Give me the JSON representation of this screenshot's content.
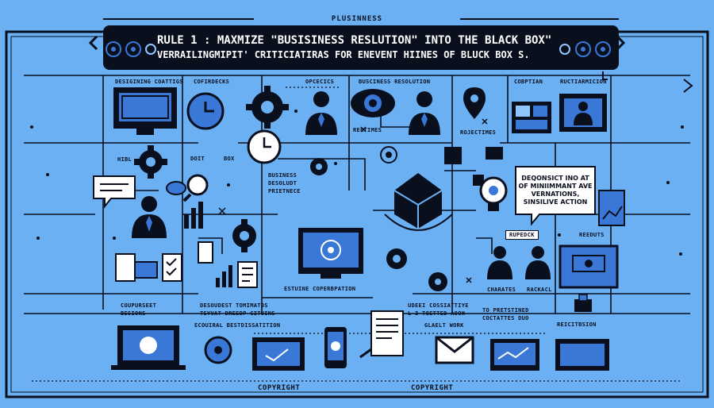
{
  "header": {
    "brand": "PLUSINNESS",
    "title_line1": "RULE 1 : MAXMIZE \"BUSISINESS RESLUTION\" INTO THE BLACK BOX\"",
    "title_line2": "VERRAILINGMIPIT' CRITICIATIRAS FOR ENEVENT HIINES OF BLUCK BOX S."
  },
  "labels": {
    "designing_coattigs": "DESIGINING COATTIGS",
    "cofirdecks": "COFIRDECKS",
    "opcecics": "OPCECICS",
    "busciness_resolution": "BUSCINESS RESOLUTION",
    "cobptian": "COBPTIAN",
    "ructiarmicion": "RUCTIARMICION",
    "rectimes": "RECTIMES",
    "roductimes": "ROJECTIMES",
    "hibl": "HIBL",
    "doit": "DOIT",
    "box": "BOX",
    "businees_desoludt_preitnece": "BUSINESS\nDESOLUDT\nPRIETNECE",
    "rupedck": "RUPEDCK",
    "reeduts": "REEDUTS",
    "charates": "CHARATES",
    "rackacl": "RACKACL",
    "estuine_coperbation": "ESTUINE COPERBPATION",
    "coupurseet_besions": "COUPURSEET\nBESIONS",
    "desouret_tomimatos": "DESOUDEST TOMIMATOS\nTSYVAT DREEDP CITUINS",
    "ecouiral_bestdissatition": "ECOUIRAL BESTDISSATITION",
    "uddei_cossiattiye": "UDEEI COSSIATTIYE\nL 3 TOETTED AOOH",
    "glaelt_work": "GLAELT WORK",
    "to_pretstined": "TO PRETSTINED\nCOCTATTES DUO",
    "reicitbsion": "REICITBSION"
  },
  "bubble_right": "DEQONSICT INO AT\nOF MINIIMMANT AVE\nVERNATIONS,\nSINSILIVE ACTION",
  "footer": {
    "left": "COPYRIGHT",
    "right": "COPYRIGHT"
  },
  "colors": {
    "background": "#6ab0f3",
    "navy": "#0a0f1e",
    "blue": "#3a78d8",
    "light": "#8fc6ff",
    "white": "#ffffff"
  }
}
